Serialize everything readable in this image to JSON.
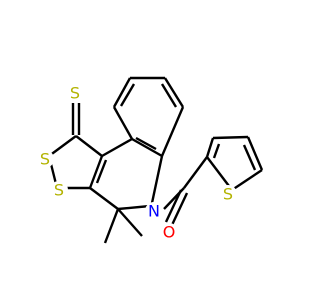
{
  "colors": {
    "background": "#ffffff",
    "bond": "#000000",
    "sulfur": "#b3b300",
    "nitrogen": "#0000ff",
    "oxygen": "#ff0000"
  },
  "atoms": [
    {
      "id": "s_thione",
      "label": "S",
      "element": "sulfur"
    },
    {
      "id": "s_ring_a",
      "label": "S",
      "element": "sulfur"
    },
    {
      "id": "s_ring_b",
      "label": "S",
      "element": "sulfur"
    },
    {
      "id": "n_ring",
      "label": "N",
      "element": "nitrogen"
    },
    {
      "id": "o_carbonyl",
      "label": "O",
      "element": "oxygen"
    },
    {
      "id": "s_thiophene",
      "label": "S",
      "element": "sulfur"
    }
  ]
}
